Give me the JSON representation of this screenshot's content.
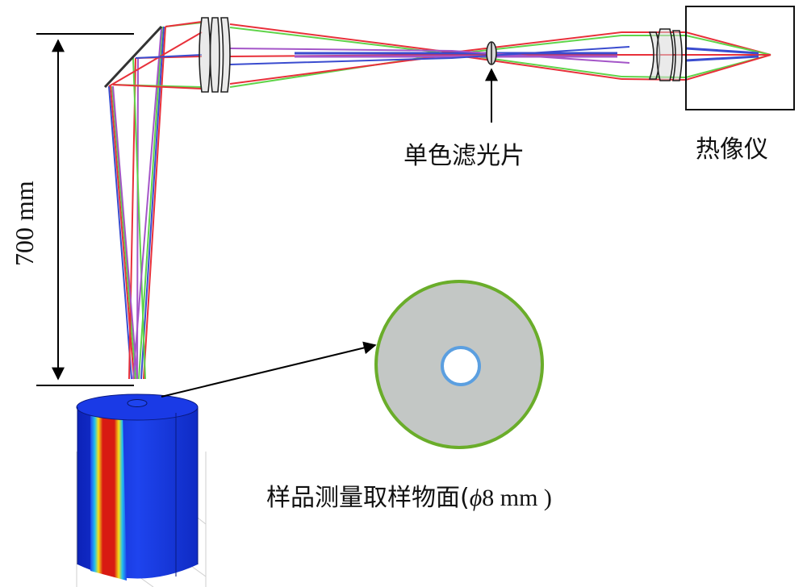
{
  "labels": {
    "camera": "热像仪",
    "filter": "单色滤光片",
    "distance": "700 mm",
    "sample_prefix": "样品测量取样物面(",
    "sample_phi": "ϕ",
    "sample_size": "8 mm )"
  },
  "colors": {
    "ray_red": "#e8303a",
    "ray_green": "#5fd44a",
    "ray_blue": "#3a4ccf",
    "ray_purple": "#a455c8",
    "sample_face_fill": "#c3c7c5",
    "sample_face_border": "#6aad2a",
    "sample_hole_border": "#5b9fe0",
    "cylinder_blue": "#1638e0",
    "hot_band_red": "#d81a12",
    "lens_gray": "#d9d9d9"
  },
  "icons": {
    "arrow": "arrow-head",
    "camera": "camera-box"
  }
}
